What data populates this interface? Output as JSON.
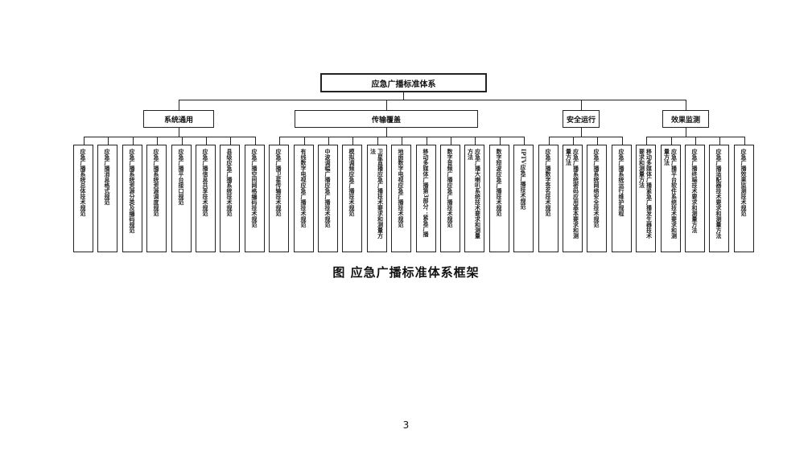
{
  "root": "应急广播标准体系",
  "categories": [
    {
      "label": "系统通用",
      "items": [
        "应急广播系统总体技术规范",
        "应急广播消息格式规范",
        "应急广播系统资源分类及编码规范",
        "应急广播系统资源调度规范",
        "应急广播平台接口规范",
        "应急广播信息共享技术规范",
        "县级应急广播系统技术规范",
        "应急广播空间网格编码技术规范"
      ]
    },
    {
      "label": "传输覆盖",
      "items": [
        "应急广播卫星传输技术规范",
        "有线数字电视应急广播技术规范",
        "中波调幅广播应急广播技术规范",
        "模拟调频应急广播技术规范",
        "卫星直播应急广播技术要求和测量方法",
        "地面数字电视应急广播技术规范",
        "移动多媒体广播第3部分：紧急广播",
        "数字音频广播应急广播技术规范",
        "应急广播大喇叭系统技术要求和测量方法",
        "数字短波应急广播技术规范",
        "IPTV应急广播技术规范"
      ]
    },
    {
      "label": "安全运行",
      "items": [
        "应急广播数字签名技术规范",
        "应急广播系统密码应用基本要求和测量方法",
        "应急广播系统网络安全技术规范",
        "应急广播系统运行维护规程"
      ]
    },
    {
      "label": "效果监测",
      "items": [
        "移动多媒体广播紧急广播发生器技术要求和测量方法",
        "应急广播平台软件系统技术要求和测量方法",
        "应急广播终端技术要求和测量方法",
        "应急广播适配器技术要求和测量方法",
        "应急广播效果监测技术规范"
      ]
    }
  ],
  "caption": "图 应急广播标准体系框架",
  "page_number": "3"
}
